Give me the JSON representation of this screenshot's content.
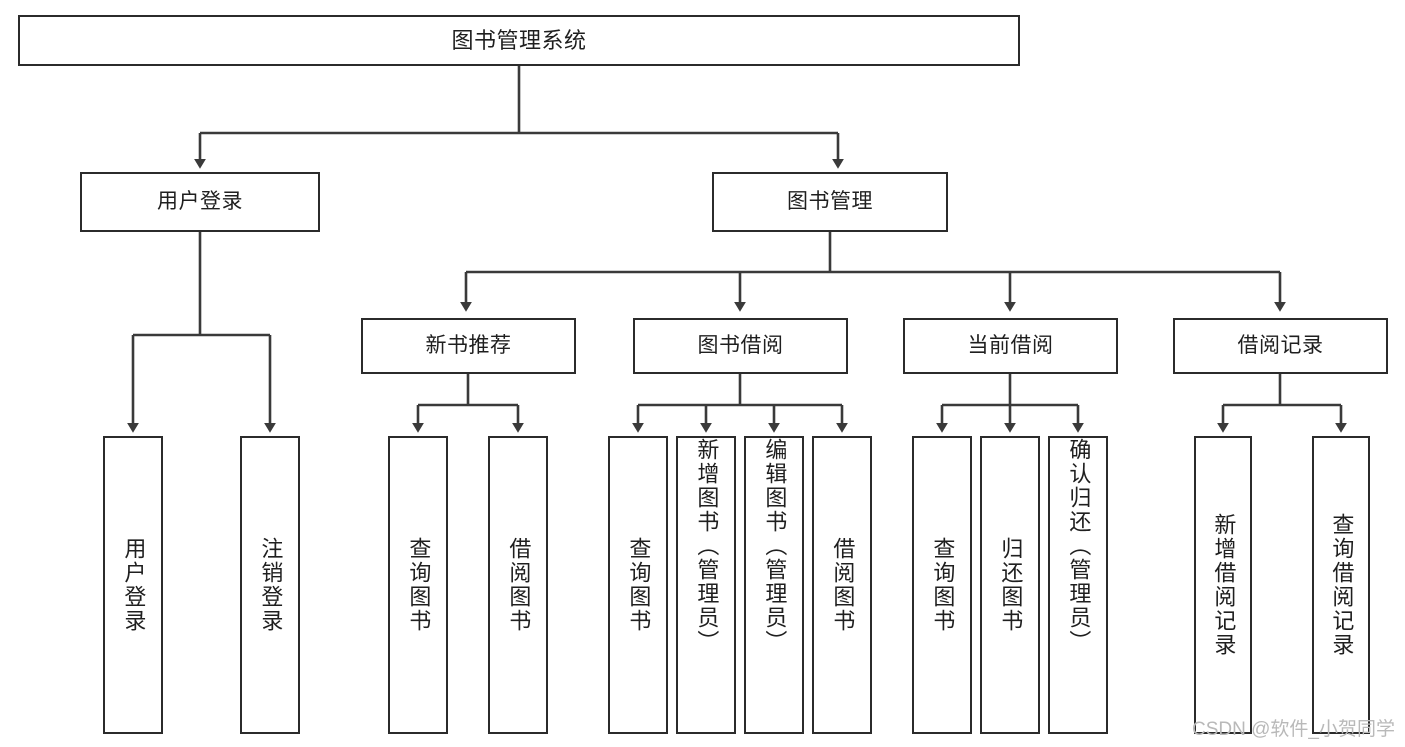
{
  "diagram": {
    "title": "图书管理系统",
    "type": "tree",
    "theme": {
      "background": "#ffffff",
      "box_border": "#2b2b2b",
      "box_fill": "#ffffff",
      "edge_color": "#3a3a3a",
      "text_color": "#1f1f1f",
      "watermark_color": "#b9b9b9"
    },
    "root": {
      "id": "root",
      "label": "图书管理系统"
    },
    "level2": [
      {
        "id": "n-user-login",
        "label": "用户登录"
      },
      {
        "id": "n-book-manage",
        "label": "图书管理"
      }
    ],
    "level3": [
      {
        "id": "n-new-book-rec",
        "label": "新书推荐",
        "parent": "n-book-manage"
      },
      {
        "id": "n-book-borrow",
        "label": "图书借阅",
        "parent": "n-book-manage"
      },
      {
        "id": "n-current-borrow",
        "label": "当前借阅",
        "parent": "n-book-manage"
      },
      {
        "id": "n-borrow-record",
        "label": "借阅记录",
        "parent": "n-book-manage"
      }
    ],
    "leaves": [
      {
        "id": "l-user-login",
        "label": "用户登录",
        "parent": "n-user-login"
      },
      {
        "id": "l-logout-login",
        "label": "注销登录",
        "parent": "n-user-login"
      },
      {
        "id": "l-query-book-1",
        "label": "查询图书",
        "parent": "n-new-book-rec"
      },
      {
        "id": "l-borrow-book-1",
        "label": "借阅图书",
        "parent": "n-new-book-rec"
      },
      {
        "id": "l-query-book-2",
        "label": "查询图书",
        "parent": "n-book-borrow"
      },
      {
        "id": "l-add-book",
        "label": "新增图书（管理员）",
        "parent": "n-book-borrow"
      },
      {
        "id": "l-edit-book",
        "label": "编辑图书（管理员）",
        "parent": "n-book-borrow"
      },
      {
        "id": "l-borrow-book-2",
        "label": "借阅图书",
        "parent": "n-book-borrow"
      },
      {
        "id": "l-query-book-3",
        "label": "查询图书",
        "parent": "n-current-borrow"
      },
      {
        "id": "l-return-book",
        "label": "归还图书",
        "parent": "n-current-borrow"
      },
      {
        "id": "l-confirm-return",
        "label": "确认归还（管理员）",
        "parent": "n-current-borrow"
      },
      {
        "id": "l-add-record",
        "label": "新增借阅记录",
        "parent": "n-borrow-record"
      },
      {
        "id": "l-query-record",
        "label": "查询借阅记录",
        "parent": "n-borrow-record"
      }
    ]
  },
  "watermark": {
    "text": "CSDN @软件_小贺同学"
  }
}
